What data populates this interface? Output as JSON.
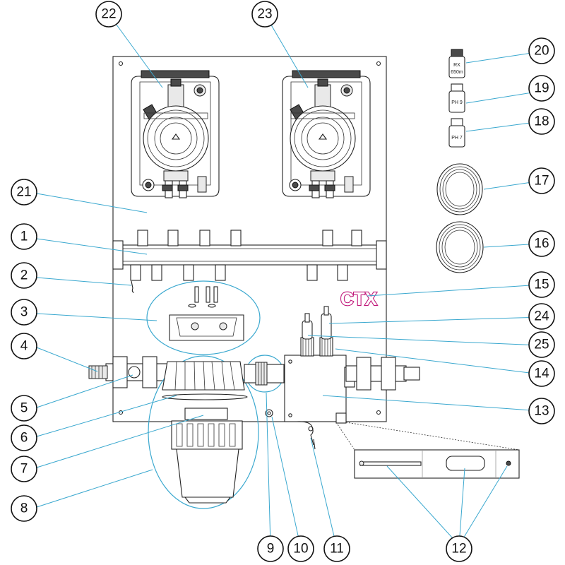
{
  "callouts": {
    "c1": "1",
    "c2": "2",
    "c3": "3",
    "c4": "4",
    "c5": "5",
    "c6": "6",
    "c7": "7",
    "c8": "8",
    "c9": "9",
    "c10": "10",
    "c11": "11",
    "c12": "12",
    "c13": "13",
    "c14": "14",
    "c15": "15",
    "c16": "16",
    "c17": "17",
    "c18": "18",
    "c19": "19",
    "c20": "20",
    "c21": "21",
    "c22": "22",
    "c23": "23",
    "c24": "24",
    "c25": "25"
  },
  "logo": {
    "text": "CTX",
    "color": "#c0187a"
  },
  "labels": {
    "rx": "RX",
    "rx_value": "650m",
    "ph9": "PH 9",
    "ph7": "PH 7"
  },
  "colors": {
    "leader": "#3aa8cf",
    "outline": "#222222"
  }
}
